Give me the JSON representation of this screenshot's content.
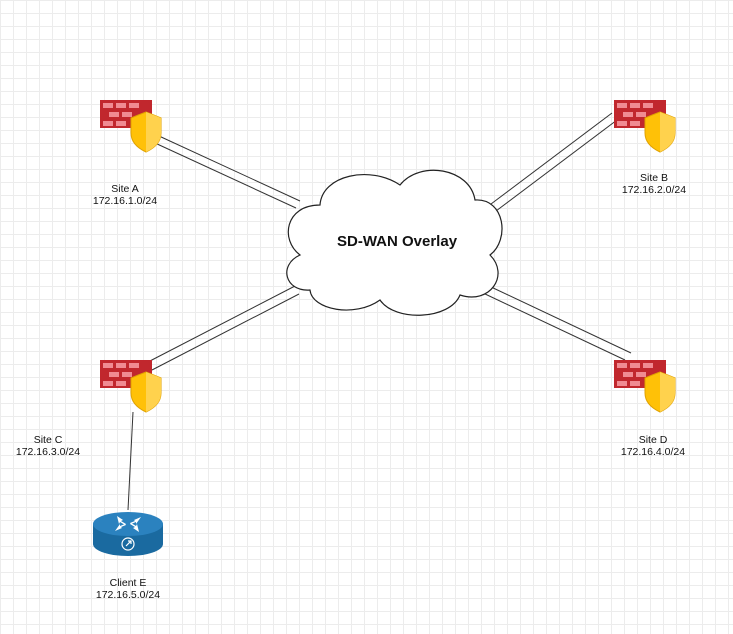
{
  "cloud": {
    "label": "SD-WAN Overlay"
  },
  "sites": [
    {
      "id": "a",
      "name": "Site A",
      "subnet": "172.16.1.0/24",
      "icon": "firewall-icon"
    },
    {
      "id": "b",
      "name": "Site B",
      "subnet": "172.16.2.0/24",
      "icon": "firewall-icon"
    },
    {
      "id": "c",
      "name": "Site C",
      "subnet": "172.16.3.0/24",
      "icon": "firewall-icon"
    },
    {
      "id": "d",
      "name": "Site D",
      "subnet": "172.16.4.0/24",
      "icon": "firewall-icon"
    }
  ],
  "client": {
    "name": "Client E",
    "subnet": "172.16.5.0/24",
    "icon": "router-icon"
  },
  "colors": {
    "firewall_brick": "#c1272d",
    "firewall_light": "#f08b92",
    "shield": "#ffc107",
    "router": "#1d6fa5",
    "line": "#333333"
  }
}
